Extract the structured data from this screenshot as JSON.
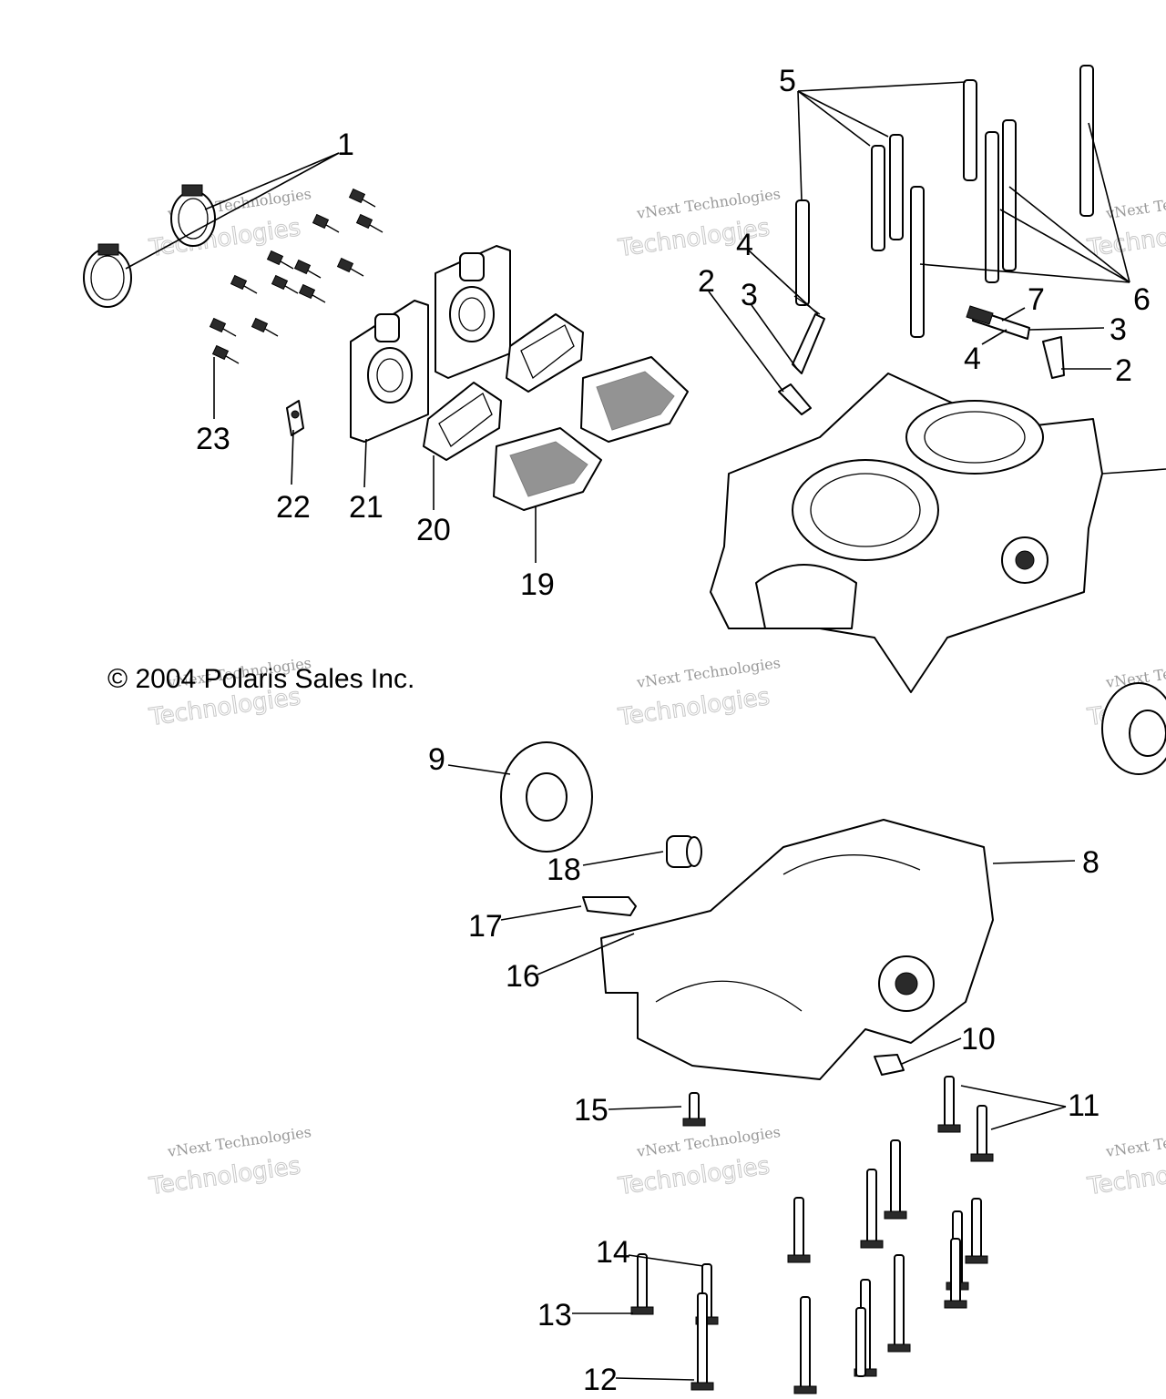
{
  "copyright": "© 2004 Polaris Sales Inc.",
  "watermarks": [
    {
      "line1": "vNext Technologies",
      "line2": "Technologies"
    },
    {
      "line1": "vNext Technologies",
      "line2": "Technologies"
    },
    {
      "line1": "vNext Technologies",
      "line2": "Technologies"
    },
    {
      "line1": "vNext Technologies",
      "line2": "Technologies"
    },
    {
      "line1": "vNext Technologies",
      "line2": "Technologies"
    },
    {
      "line1": "vNext Technologies",
      "line2": "Technologies"
    },
    {
      "line1": "vNext Technologies",
      "line2": "Technologies"
    },
    {
      "line1": "vNext Technologies",
      "line2": "Technologies"
    },
    {
      "line1": "vNext Technologies",
      "line2": "Technologies"
    }
  ],
  "callouts": {
    "c1": "1",
    "c2a": "2",
    "c2b": "2",
    "c3a": "3",
    "c3b": "3",
    "c4a": "4",
    "c4b": "4",
    "c5": "5",
    "c6": "6",
    "c7": "7",
    "c8": "8",
    "c9": "9",
    "c10": "10",
    "c11": "11",
    "c12": "12",
    "c13": "13",
    "c14": "14",
    "c15": "15",
    "c16": "16",
    "c17": "17",
    "c18": "18",
    "c19": "19",
    "c20": "20",
    "c21": "21",
    "c22": "22",
    "c23": "23"
  },
  "colors": {
    "line": "#000000",
    "background": "#ffffff",
    "watermark": "#9a9a9a"
  }
}
